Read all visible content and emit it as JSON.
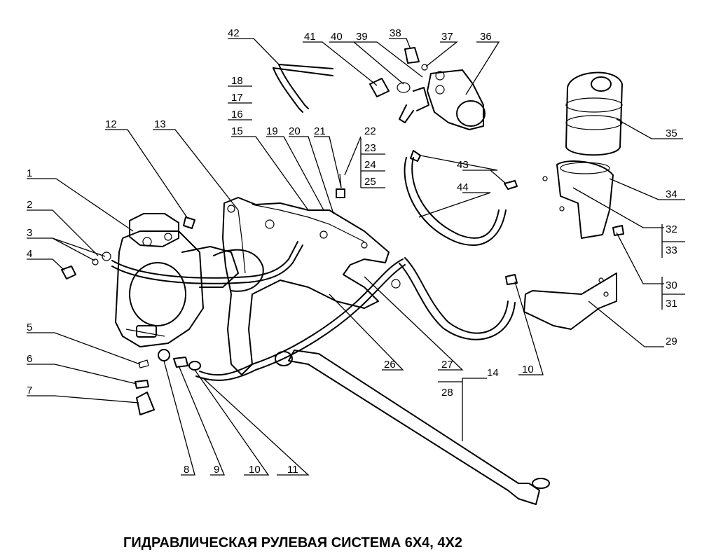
{
  "title": "ГИДРАВЛИЧЕСКАЯ РУЛЕВАЯ СИСТЕМА 6Х4, 4Х2",
  "callouts": {
    "c1": "1",
    "c2": "2",
    "c3": "3",
    "c4": "4",
    "c5": "5",
    "c6": "6",
    "c7": "7",
    "c8": "8",
    "c9": "9",
    "c10a": "10",
    "c10b": "10",
    "c11": "11",
    "c12": "12",
    "c13": "13",
    "c14": "14",
    "c15": "15",
    "c16": "16",
    "c17": "17",
    "c18": "18",
    "c19": "19",
    "c20": "20",
    "c21": "21",
    "c22": "22",
    "c23": "23",
    "c24": "24",
    "c25": "25",
    "c26": "26",
    "c27": "27",
    "c28": "28",
    "c29": "29",
    "c30": "30",
    "c31": "31",
    "c32": "32",
    "c33": "33",
    "c34": "34",
    "c35": "35",
    "c36": "36",
    "c37": "37",
    "c38": "38",
    "c39": "39",
    "c40": "40",
    "c41": "41",
    "c42": "42",
    "c43": "43",
    "c44": "44"
  }
}
